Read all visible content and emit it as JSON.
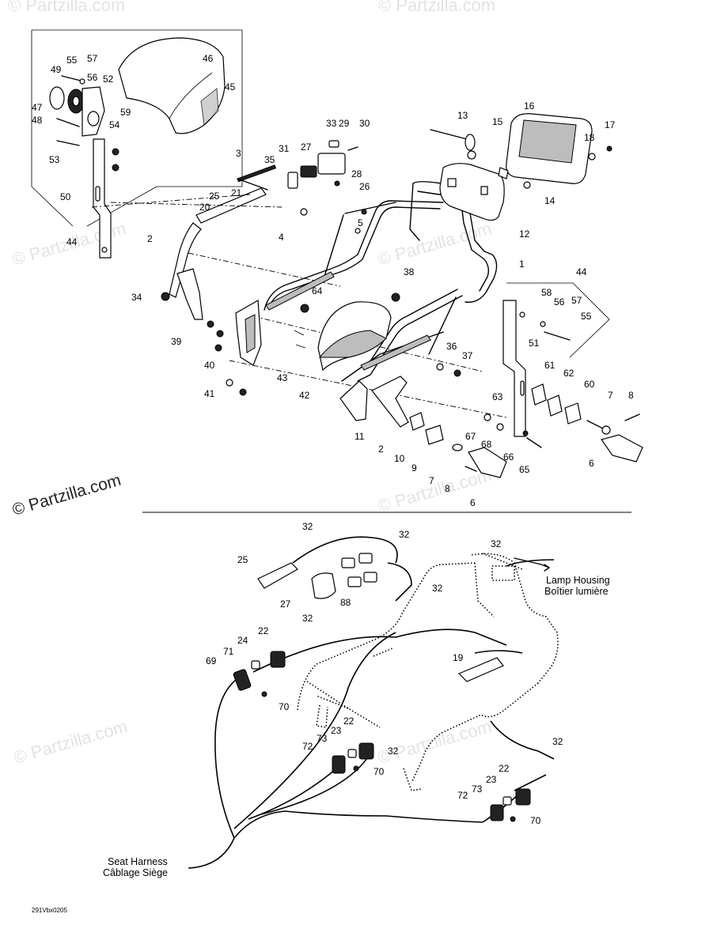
{
  "upper_callouts": [
    "55",
    "57",
    "49",
    "56",
    "52",
    "46",
    "45",
    "47",
    "59",
    "48",
    "54",
    "53",
    "50",
    "44",
    "33",
    "29",
    "30",
    "27",
    "31",
    "35",
    "28",
    "3",
    "21",
    "25",
    "20",
    "26",
    "2",
    "4",
    "5",
    "13",
    "16",
    "15",
    "17",
    "18",
    "14",
    "12",
    "1",
    "34",
    "38",
    "64",
    "39",
    "40",
    "41",
    "43",
    "42",
    "36",
    "37",
    "11",
    "2",
    "10",
    "9",
    "7",
    "8",
    "6",
    "44",
    "58",
    "56",
    "57",
    "55",
    "51",
    "63",
    "61",
    "62",
    "60",
    "7",
    "8",
    "6",
    "67",
    "68",
    "66",
    "65"
  ],
  "lower_callouts": [
    "32",
    "32",
    "25",
    "88",
    "32",
    "27",
    "32",
    "24",
    "22",
    "71",
    "69",
    "70",
    "32",
    "19",
    "22",
    "23",
    "73",
    "32",
    "72",
    "70",
    "32",
    "22",
    "23",
    "73",
    "72",
    "70"
  ],
  "labels": {
    "lamp_housing_en": "Lamp Housing",
    "lamp_housing_fr": "Boîtier lumière",
    "seat_harness_en": "Seat Harness",
    "seat_harness_fr": "Câblage Siège"
  },
  "watermark_text": "© Partzilla.com",
  "brand_text": "© Partzilla.com",
  "drawing_code": "291Vbx0205"
}
